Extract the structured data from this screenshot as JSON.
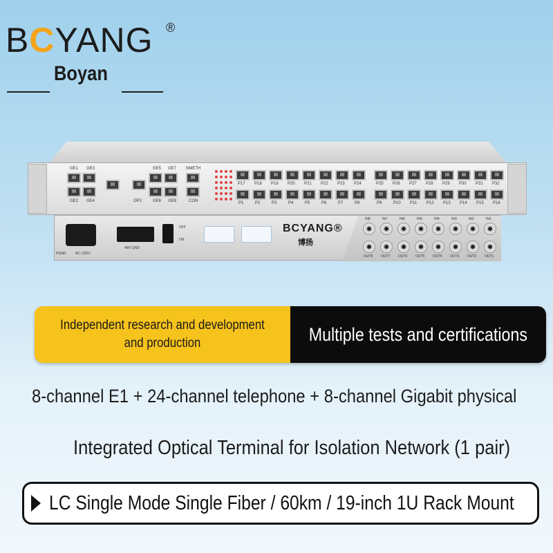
{
  "brand": {
    "logo_text_a": "B",
    "logo_text_o": "C",
    "logo_text_b": "YANG",
    "registered": "®",
    "sub": "Boyan"
  },
  "device": {
    "ge_labels": [
      "GE1",
      "GE3",
      "GE2",
      "GE4",
      "GE5",
      "GE7",
      "GE6",
      "GE8"
    ],
    "port_labels_top": [
      "P17",
      "P18",
      "P19",
      "P20",
      "P21",
      "P22",
      "P23",
      "P24",
      "P25",
      "P26",
      "P27",
      "P28",
      "P29",
      "P30",
      "P31",
      "P32"
    ],
    "port_labels_bottom": [
      "P1",
      "P2",
      "P3",
      "P4",
      "P5",
      "P6",
      "P7",
      "P8",
      "P9",
      "P10",
      "P11",
      "P12",
      "P13",
      "P14",
      "P15",
      "P16"
    ],
    "op2": "OP2",
    "nmeth": "NMETH",
    "con": "CON",
    "ac_label": "AC~220V",
    "dc_label": "-48V GND",
    "pgnd": "PGND",
    "off": "OFF",
    "on": "ON",
    "logo": "BCYANG®",
    "logo_sub": "博扬",
    "bnc_in": [
      "IN8",
      "IN7",
      "IN6",
      "IN5",
      "IN4",
      "IN3",
      "IN2",
      "IN1"
    ],
    "bnc_out": [
      "OUT8",
      "OUT7",
      "OUT6",
      "OUT5",
      "OUT4",
      "OUT3",
      "OUT2",
      "OUT1"
    ],
    "bnc_color": "#d0d0d0"
  },
  "banner": {
    "left_text": "Independent research and development and production",
    "right_text": "Multiple tests and certifications",
    "left_color": "#f6c21c",
    "right_color": "#0c0c0c"
  },
  "description": {
    "line1": "8-channel E1 + 24-channel telephone + 8-channel Gigabit physical",
    "line2": "Integrated Optical Terminal for Isolation Network (1 pair)",
    "spec": "LC Single Mode Single Fiber / 60km / 19-inch 1U Rack Mount"
  }
}
